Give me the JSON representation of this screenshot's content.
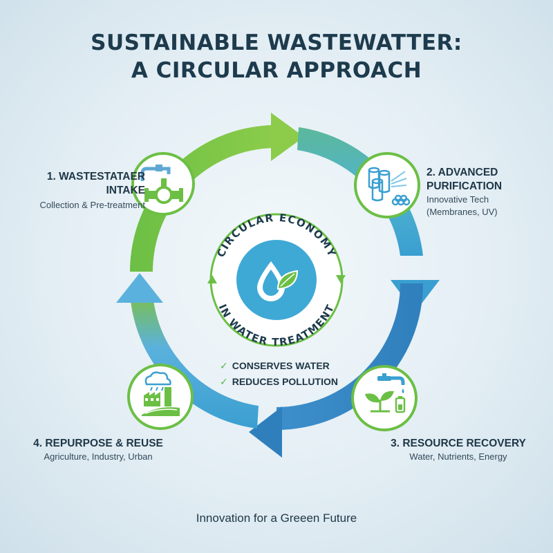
{
  "title": {
    "line1": "SUSTAINABLE WASTEWATTER:",
    "line2": "A CIRCULAR APPROACH"
  },
  "steps": [
    {
      "heading_line1": "1. WASTESTATAER",
      "heading_line2": "INTAKE",
      "sub": "Collection & Pre-treatment",
      "icon": "pipe-valve-icon",
      "color": "#6cbf45"
    },
    {
      "heading_line1": "2. ADVANCED",
      "heading_line2": "PURIFICATION",
      "sub_line1": "Innovative Tech",
      "sub_line2": "(Membranes, UV)",
      "icon": "filter-cartridges-icon",
      "color": "#4fb3cf"
    },
    {
      "heading": "3. RESOURCE RECOVERY",
      "sub": "Water, Nutrients, Energy",
      "icon": "tap-plant-battery-icon",
      "color": "#2f7fbd"
    },
    {
      "heading": "4. REPURPOSE & REUSE",
      "sub": "Agriculture, Industry, Urban",
      "icon": "factory-farm-icon",
      "color": "#2f7fbd"
    }
  ],
  "center": {
    "ring_top": "CIRCULAR ECONOMY",
    "ring_bottom": "IN WATER TREATMENT",
    "icon": "water-drop-leaf-icon"
  },
  "benefits": [
    "CONSERVES WATER",
    "REDUCES POLLUTION"
  ],
  "footer": "Innovation for a Greeen Future",
  "colors": {
    "green": "#6cbf45",
    "teal": "#5cb89a",
    "light_blue": "#4fb3cf",
    "blue": "#2f7fbd",
    "dark_text": "#1d3b4d"
  }
}
